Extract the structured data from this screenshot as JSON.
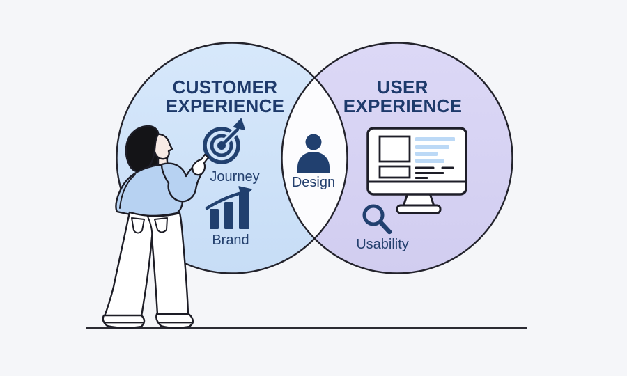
{
  "canvas": {
    "background_color": "#f5f6f9",
    "outline_color": "#23232c",
    "text_color": "#1e3a6b",
    "icon_color": "#21406f",
    "ground_line_color": "#2b2b33"
  },
  "venn": {
    "left_circle": {
      "title_line1": "CUSTOMER",
      "title_line2": "EXPERIENCE",
      "fill_color": "#cde2f8",
      "items": [
        {
          "icon": "target-arrow-icon",
          "label": "Journey"
        },
        {
          "icon": "growth-bars-icon",
          "label": "Brand"
        }
      ]
    },
    "right_circle": {
      "title_line1": "USER",
      "title_line2": "EXPERIENCE",
      "fill_color": "#d7d3f2",
      "items": [
        {
          "icon": "monitor-wireframe-icon"
        },
        {
          "icon": "magnifier-icon",
          "label": "Usability"
        }
      ]
    },
    "overlap": {
      "fill_color": "#fcfcfe",
      "item": {
        "icon": "person-icon",
        "label": "Design"
      }
    }
  },
  "figure": {
    "name": "woman-pointing-illustration",
    "sweater_color": "#b7d2f2",
    "hair_color": "#141417",
    "skin_color": "#f7ebe6"
  }
}
